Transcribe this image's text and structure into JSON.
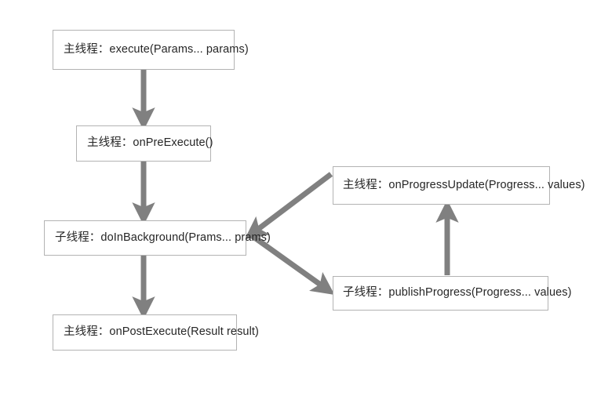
{
  "diagram": {
    "title": "AsyncTask lifecycle flowchart",
    "theme": {
      "background": "#ffffff",
      "box_fill": "#ffffff",
      "box_border": "#b3b3b3",
      "arrow_color": "#808080",
      "text_color": "#262626"
    },
    "nodes": [
      {
        "id": "execute",
        "label": "主线程：execute(Params... params)"
      },
      {
        "id": "preexecute",
        "label": "主线程：onPreExecute()"
      },
      {
        "id": "dobackground",
        "label": "子线程：doInBackground(Prams... prams)"
      },
      {
        "id": "postexecute",
        "label": "主线程：onPostExecute(Result result)"
      },
      {
        "id": "progressupdate",
        "label": "主线程：onProgressUpdate(Progress... values)"
      },
      {
        "id": "publishprogress",
        "label": "子线程：publishProgress(Progress... values)"
      }
    ],
    "edges": [
      {
        "id": "e1",
        "from": "execute",
        "to": "preexecute",
        "direction": "down"
      },
      {
        "id": "e2",
        "from": "preexecute",
        "to": "dobackground",
        "direction": "down"
      },
      {
        "id": "e3",
        "from": "dobackground",
        "to": "postexecute",
        "direction": "down"
      },
      {
        "id": "e4",
        "from": "dobackground",
        "to": "publishprogress",
        "direction": "diagonal-down-right"
      },
      {
        "id": "e5",
        "from": "publishprogress",
        "to": "progressupdate",
        "direction": "up"
      },
      {
        "id": "e6",
        "from": "progressupdate",
        "to": "dobackground",
        "direction": "diagonal-down-left"
      }
    ]
  }
}
